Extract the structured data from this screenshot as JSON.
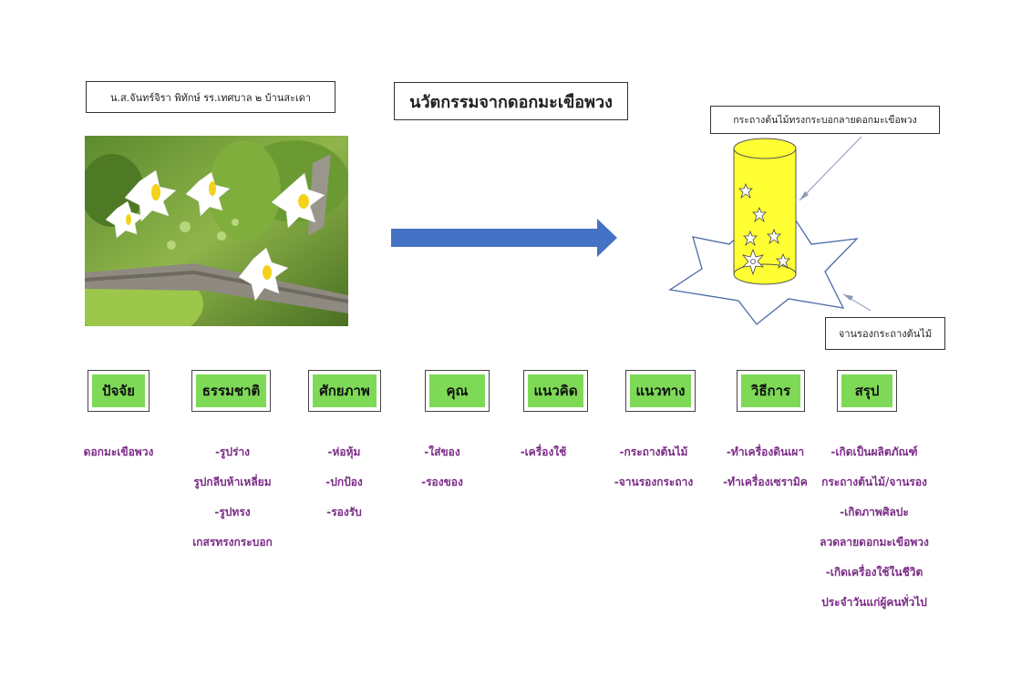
{
  "author": "น.ส.จันทร์จิรา พิทักษ์ รร.เทศบาล ๒ บ้านสะเดา",
  "title": "นวัตกรรมจากดอกมะเขือพวง",
  "labels": {
    "pot": "กระถางต้นไม้ทรงกระบอกลายดอกมะเขือพวง",
    "tray": "จานรองกระถางต้นไม้"
  },
  "colors": {
    "arrow": "#4472c4",
    "pot_fill": "#ffff33",
    "category_fill": "#7ed957",
    "item_text": "#7b2b87"
  },
  "photo": {
    "icon": "eggplant-flower-photo"
  },
  "columns": [
    {
      "header": "ปัจจัย",
      "items": [
        "ดอกมะเขือพวง"
      ]
    },
    {
      "header": "ธรรมชาติ",
      "items": [
        "-รูปร่าง",
        "รูปกลีบห้าเหลี่ยม",
        "-รูปทรง",
        "เกสรทรงกระบอก"
      ]
    },
    {
      "header": "ศักยภาพ",
      "items": [
        "-ห่อหุ้ม",
        "-ปกป้อง",
        "-รองรับ"
      ]
    },
    {
      "header": "คุณ",
      "items": [
        "-ใส่ของ",
        "-รองของ"
      ]
    },
    {
      "header": "แนวคิด",
      "items": [
        "-เครื่องใช้"
      ]
    },
    {
      "header": "แนวทาง",
      "items": [
        "-กระถางต้นไม้",
        "-จานรองกระถาง"
      ]
    },
    {
      "header": "วิธีการ",
      "items": [
        "-ทำเครื่องดินเผา",
        "-ทำเครื่องเซรามิค"
      ]
    },
    {
      "header": "สรุป",
      "items": [
        "-เกิดเป็นผลิตภัณฑ์",
        "กระถางต้นไม้/จานรอง",
        "-เกิดภาพศิลปะ",
        "ลวดลายดอกมะเขือพวง",
        "-เกิดเครื่องใช้ในชีวิต",
        "ประจำวันแก่ผู้คนทั่วไป"
      ]
    }
  ]
}
